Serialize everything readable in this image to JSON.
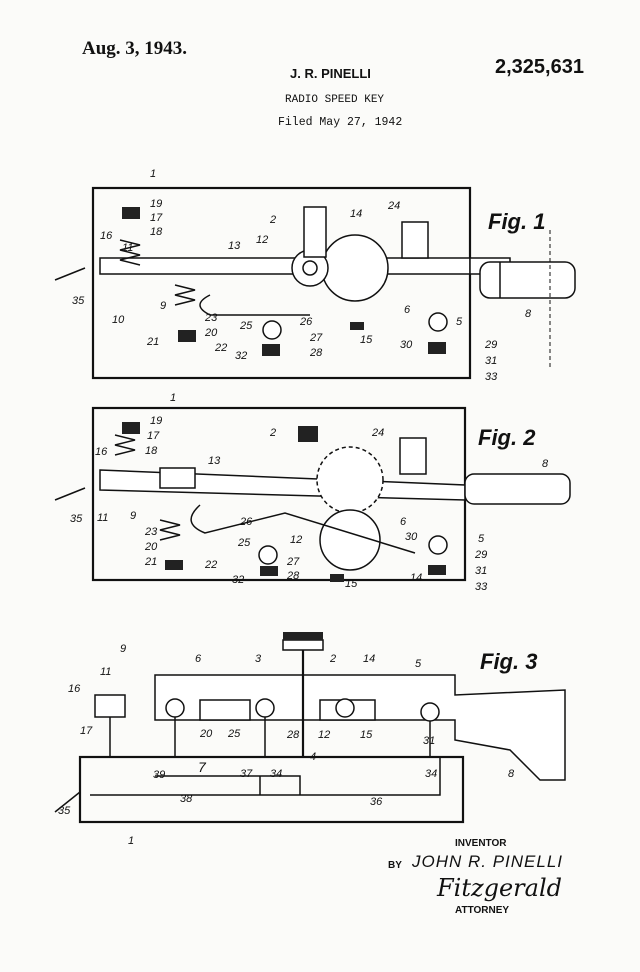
{
  "header": {
    "date": "Aug. 3, 1943.",
    "inventor": "J. R. PINELLI",
    "patent_number": "2,325,631",
    "title": "RADIO SPEED KEY",
    "filed": "Filed May 27, 1942"
  },
  "figures": [
    {
      "label": "Fig. 1",
      "numerals": [
        "1",
        "19",
        "17",
        "16",
        "18",
        "11",
        "13",
        "12",
        "2",
        "14",
        "24",
        "35",
        "10",
        "9",
        "23",
        "20",
        "25",
        "26",
        "6",
        "5",
        "8",
        "21",
        "22",
        "32",
        "27",
        "28",
        "15",
        "30",
        "29",
        "31",
        "33"
      ]
    },
    {
      "label": "Fig. 2",
      "numerals": [
        "1",
        "19",
        "17",
        "16",
        "18",
        "13",
        "2",
        "24",
        "8",
        "35",
        "11",
        "9",
        "23",
        "6",
        "30",
        "5",
        "20",
        "21",
        "26",
        "25",
        "12",
        "22",
        "29",
        "14",
        "15",
        "32",
        "27",
        "28",
        "31",
        "33"
      ]
    },
    {
      "label": "Fig. 3",
      "numerals": [
        "9",
        "6",
        "3",
        "2",
        "14",
        "5",
        "11",
        "16",
        "17",
        "20",
        "25",
        "28",
        "12",
        "15",
        "31",
        "37",
        "34",
        "34",
        "8",
        "39",
        "7",
        "4",
        "38",
        "36",
        "35",
        "1"
      ]
    }
  ],
  "footer": {
    "inventor_label": "INVENTOR",
    "by": "BY",
    "inventor_name": "JOHN R. PINELLI",
    "attorney_label": "ATTORNEY",
    "attorney_signature": "Fitzgerald"
  }
}
